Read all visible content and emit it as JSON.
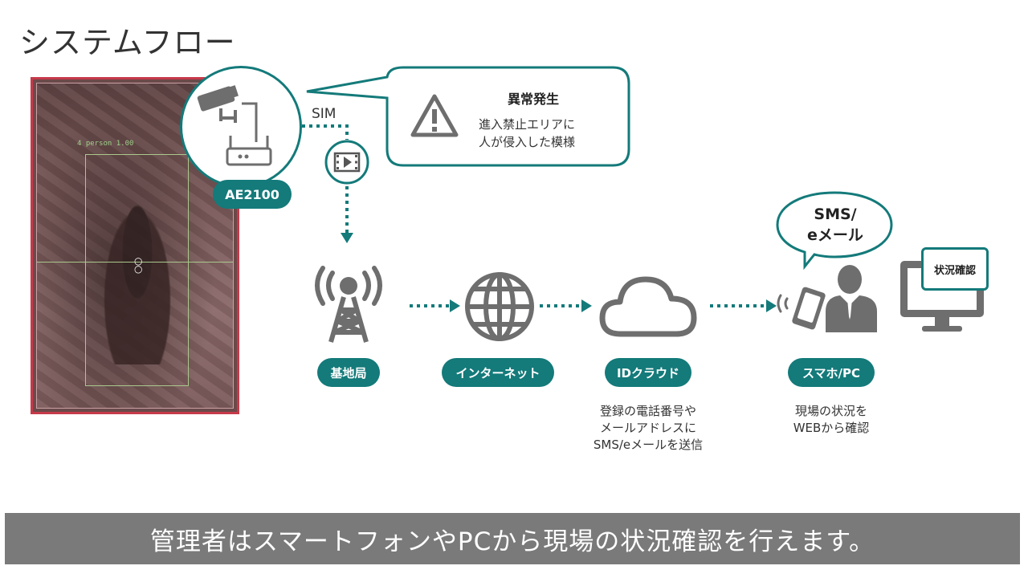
{
  "page": {
    "title": "システムフロー"
  },
  "camera_feed": {
    "overlay_label": "4 person 1.00"
  },
  "device": {
    "name": "AE2100",
    "connection_label": "SIM"
  },
  "alert": {
    "title": "異常発生",
    "lines": [
      "進入禁止エリアに",
      "人が侵入した模様"
    ]
  },
  "flow": {
    "nodes": [
      {
        "label": "基地局",
        "description": []
      },
      {
        "label": "インターネット",
        "description": []
      },
      {
        "label": "IDクラウド",
        "description": [
          "登録の電話番号や",
          "メールアドレスに",
          "SMS/eメールを送信"
        ]
      },
      {
        "label": "スマホ/PC",
        "description": [
          "現場の状況を",
          "WEBから確認"
        ]
      }
    ]
  },
  "notification": {
    "lines": [
      "SMS/",
      "eメール"
    ]
  },
  "monitor": {
    "label": "状況確認"
  },
  "subtitle": "管理者はスマートフォンやPCから現場の状況確認を行えます。",
  "colors": {
    "accent": "#147a7a",
    "feed_border": "#c63a4a",
    "icon_gray": "#6e6e6e",
    "subtitle_bg": "#7a7a7a"
  }
}
